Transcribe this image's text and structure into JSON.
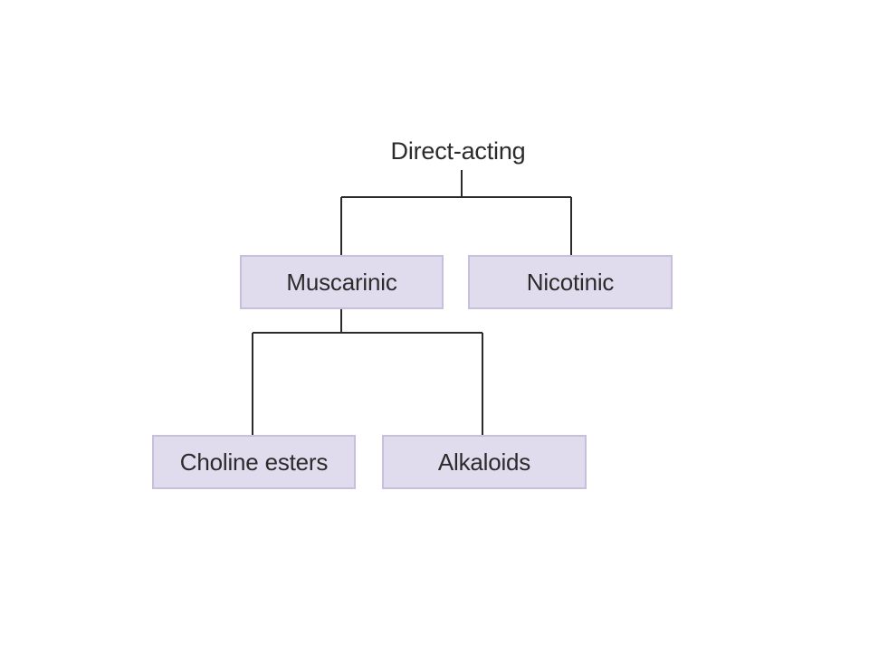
{
  "diagram": {
    "root": {
      "label": "Direct-acting"
    },
    "level1": [
      {
        "label": "Muscarinic"
      },
      {
        "label": "Nicotinic"
      }
    ],
    "level2": [
      {
        "label": "Choline esters"
      },
      {
        "label": "Alkaloids"
      }
    ],
    "colors": {
      "box_fill": "#e0dced",
      "box_border": "#c7c0dd",
      "line": "#2b2b2b",
      "text": "#2b2b2b"
    }
  }
}
